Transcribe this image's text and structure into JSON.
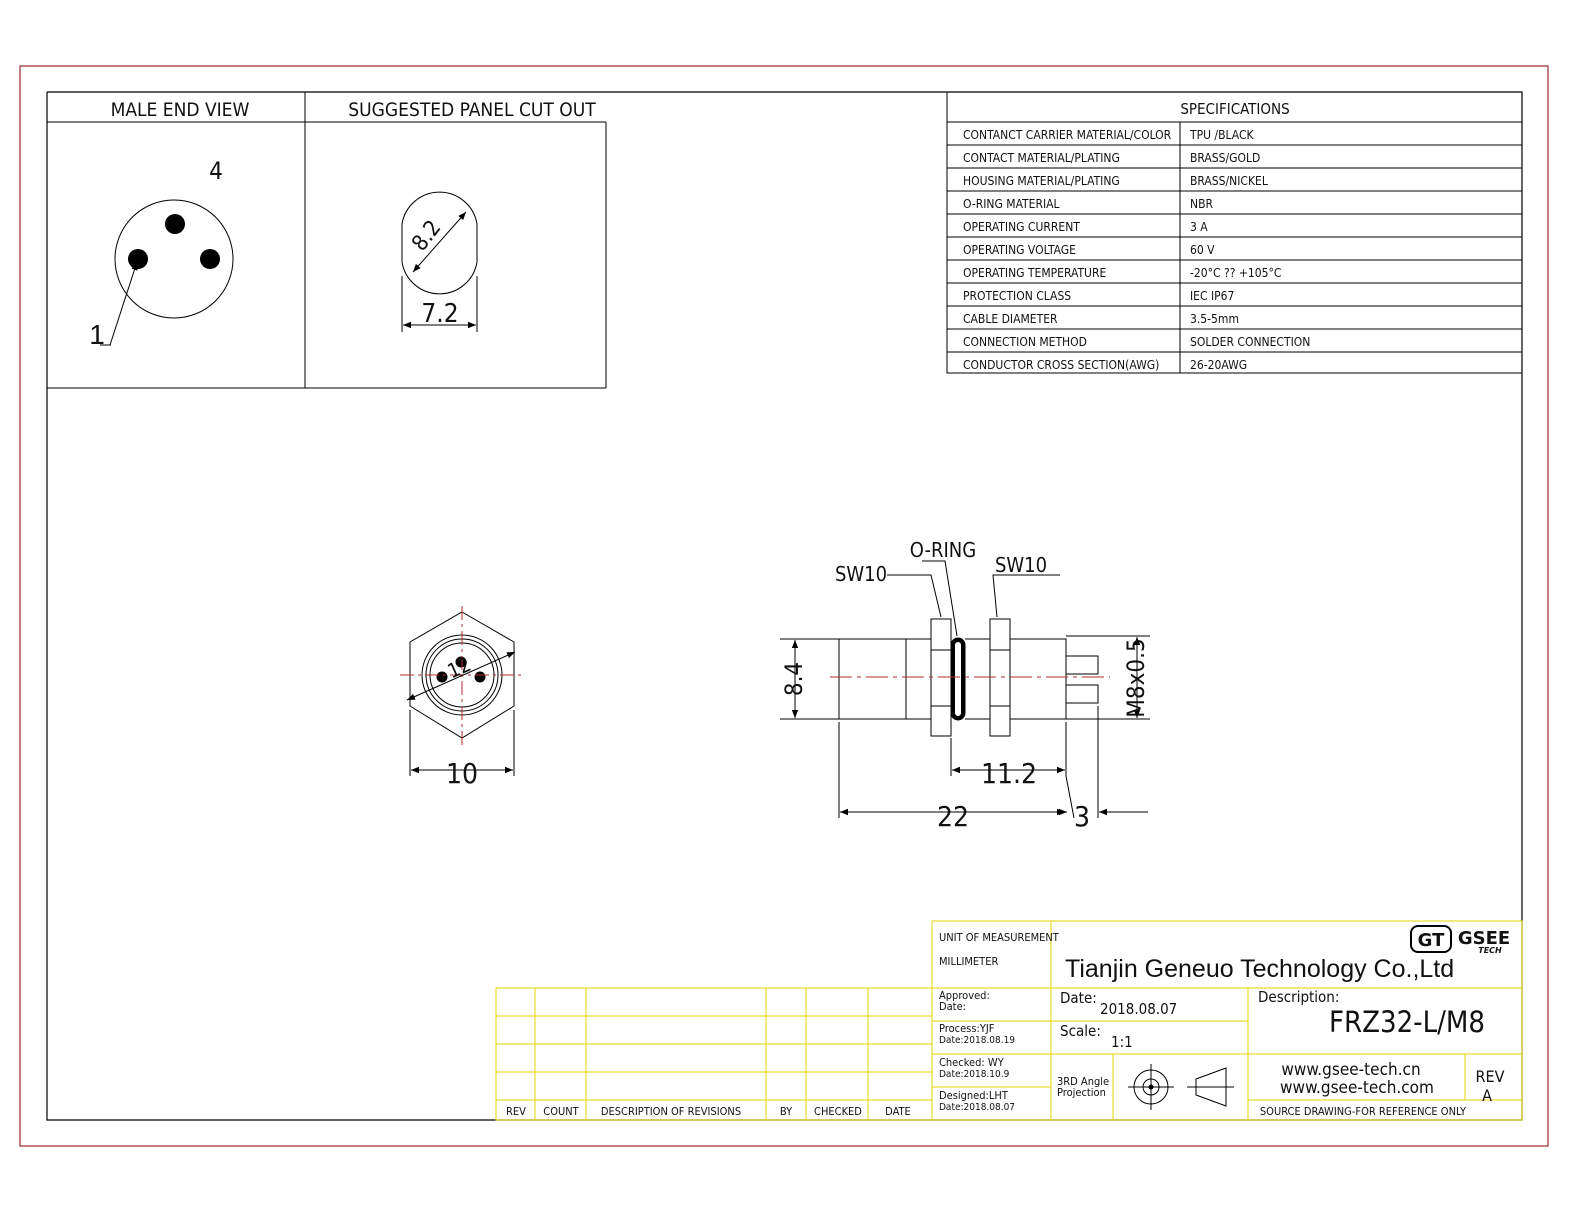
{
  "colors": {
    "outer_frame": "#9a2a2a",
    "line": "#000000",
    "title_block": "#e6d600",
    "centerline": "#b03030"
  },
  "views": {
    "male_end_view": "MALE END VIEW",
    "panel_cut_out": "SUGGESTED PANEL CUT OUT",
    "pin_4": "4",
    "pin_1": "1",
    "cut_dia": "8.2",
    "cut_flat": "7.2"
  },
  "specs": {
    "title": "SPECIFICATIONS",
    "rows": [
      {
        "label": "CONTANCT CARRIER MATERIAL/COLOR",
        "value": "TPU /BLACK"
      },
      {
        "label": "CONTACT  MATERIAL/PLATING",
        "value": "BRASS/GOLD"
      },
      {
        "label": "HOUSING MATERIAL/PLATING",
        "value": "BRASS/NICKEL"
      },
      {
        "label": "O-RING MATERIAL",
        "value": "NBR"
      },
      {
        "label": "OPERATING CURRENT",
        "value": "3 A"
      },
      {
        "label": "OPERATING VOLTAGE",
        "value": "60 V"
      },
      {
        "label": "OPERATING TEMPERATURE",
        "value": "-20°C ?? +105°C"
      },
      {
        "label": "PROTECTION CLASS",
        "value": "IEC  IP67"
      },
      {
        "label": "CABLE  DIAMETER",
        "value": "3.5-5mm"
      },
      {
        "label": "CONNECTION  METHOD",
        "value": "SOLDER  CONNECTION"
      },
      {
        "label": "CONDUCTOR  CROSS  SECTION(AWG)",
        "value": "26-20AWG"
      }
    ]
  },
  "drawing": {
    "hex_width": "10",
    "hex_dia": "12",
    "sw_left": "SW10",
    "o_ring": "O-RING",
    "sw_right": "SW10",
    "dim_left_dia": "8.4",
    "dim_thread": "M8x0.5",
    "dim_11_2": "11.2",
    "dim_22": "22",
    "dim_3": "3"
  },
  "revisions": {
    "headers": [
      "REV",
      "COUNT",
      "DESCRIPTION  OF  REVISIONS",
      "BY",
      "CHECKED",
      "DATE"
    ]
  },
  "title_block": {
    "unit_label": "UNIT OF MEASUREMENT",
    "unit_value": "MILLIMETER",
    "company": "Tianjin Geneuo Technology Co.,Ltd",
    "logo_mark": "GT",
    "logo_text": "GSEE",
    "logo_sub": "TECH",
    "approved": "Approved:",
    "approved_date": "Date:",
    "process": "Process:YJF",
    "process_date": "Date:2018.08.19",
    "checked": "Checked:   WY",
    "checked_date": "Date:2018.10.9",
    "designed": "Designed:LHT",
    "designed_date": "Date:2018.08.07",
    "date_label": "Date:",
    "date_value": "2018.08.07",
    "scale_label": "Scale:",
    "scale_value": "1:1",
    "projection_1": "3RD Angle",
    "projection_2": "Projection",
    "description_label": "Description:",
    "description_value": "FRZ32-L/M8",
    "url_cn": "www.gsee-tech.cn",
    "url_com": "www.gsee-tech.com",
    "rev_label": "REV",
    "rev_value": "A",
    "note": "SOURCE DRAWING-FOR REFERENCE ONLY"
  }
}
